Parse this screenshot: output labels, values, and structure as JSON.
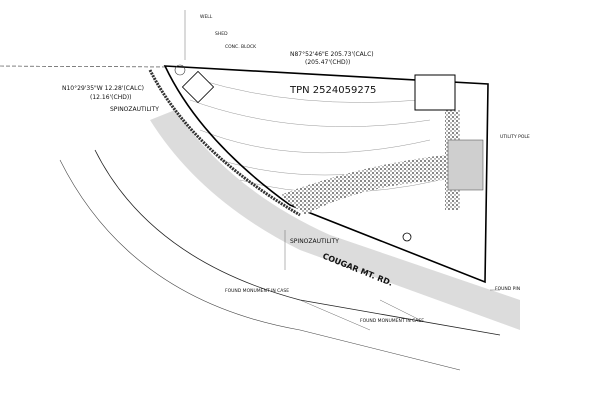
{
  "parcel": {
    "tpn": "TPN 2524059275"
  },
  "bearings": {
    "north_line_calc": "N87°52'46\"E  205.73'(CALC)",
    "north_line_chd": "(205.47'(CHD))",
    "west_line_calc": "N10°29'35\"W  12.28'(CALC)",
    "west_line_chd": "(12.16'(CHD))"
  },
  "road": {
    "name": "COUGAR MT. RD."
  },
  "labels": {
    "util_left": "SPINOZAUTILITY",
    "util_bottom": "SPINOZAUTILITY",
    "util_pole_right": "UTILITY POLE",
    "found_monument_1": "FOUND MONUMENT IN CASE",
    "found_monument_2": "FOUND MONUMENT IN CASE",
    "found_pin_right": "FOUND PIN",
    "concrete_block": "CONC. BLOCK",
    "well_top": "WELL",
    "shed": "SHED"
  },
  "colors": {
    "line": "#111111",
    "road_fill": "#d9d9d9",
    "hatch": "#555555"
  }
}
